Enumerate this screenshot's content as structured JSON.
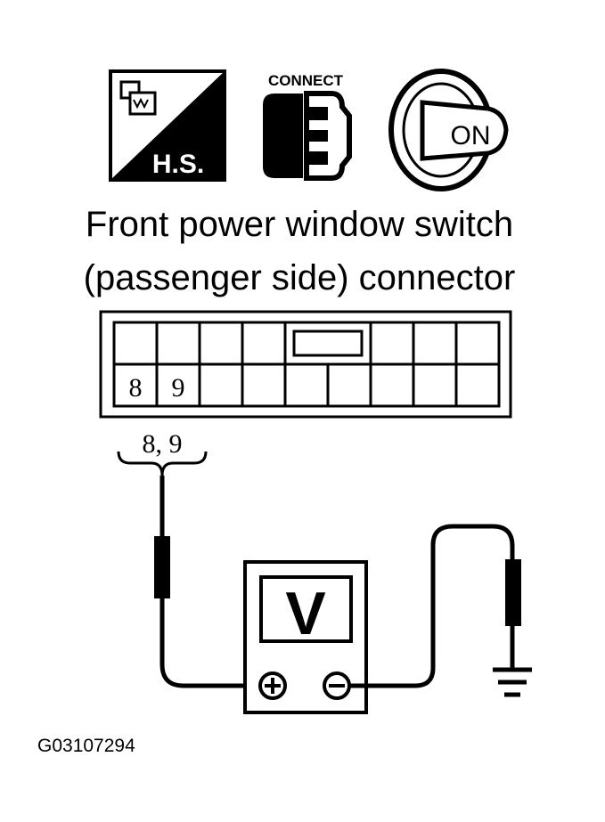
{
  "icons": {
    "harness_label": "H.S.",
    "connect_label": "CONNECT",
    "ignition_label": "ON"
  },
  "title": {
    "line1": "Front power window switch",
    "line2": "(passenger side) connector"
  },
  "connector": {
    "pin_a": "8",
    "pin_b": "9"
  },
  "probe": {
    "label": "8, 9"
  },
  "meter": {
    "display": "V",
    "positive": "+",
    "negative": "−"
  },
  "figure_code": "G03107294"
}
